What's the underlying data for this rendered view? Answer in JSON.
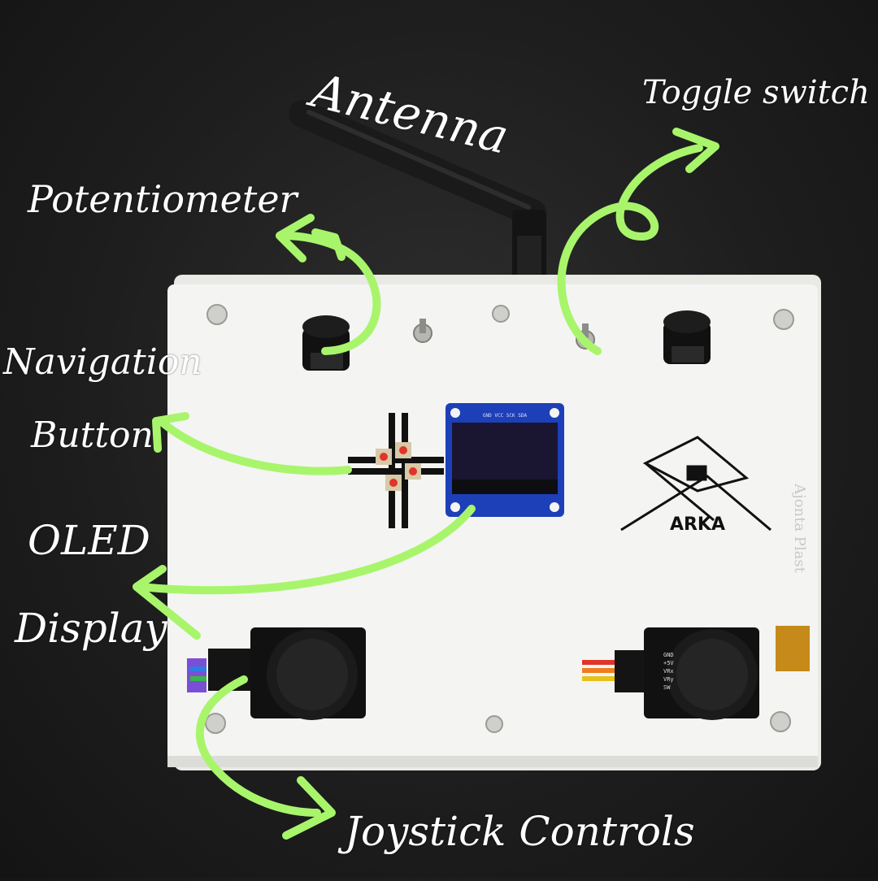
{
  "labels": {
    "antenna": "Antenna",
    "toggle_switch": "Toggle switch",
    "potentiometer": "Potentiometer",
    "navigation_line1": "Navigation",
    "navigation_line2": "Button",
    "oled_line1": "OLED",
    "oled_line2": "Display",
    "joystick": "Joystick Controls"
  },
  "board": {
    "logo_text": "ARKA",
    "side_text": "Ajonta Plast",
    "oled_header": "GND VCC SCK SDA",
    "joystick_pins": [
      "GND",
      "+5V",
      "VRx",
      "VRy",
      "SW"
    ]
  },
  "colors": {
    "accent_arrow": "#a8f56b",
    "board": "#f4f4f2",
    "background": "#1e1e1e",
    "oled_pcb": "#1d3fb8",
    "oled_screen": "#1a1530",
    "button_red": "#e0342a"
  }
}
